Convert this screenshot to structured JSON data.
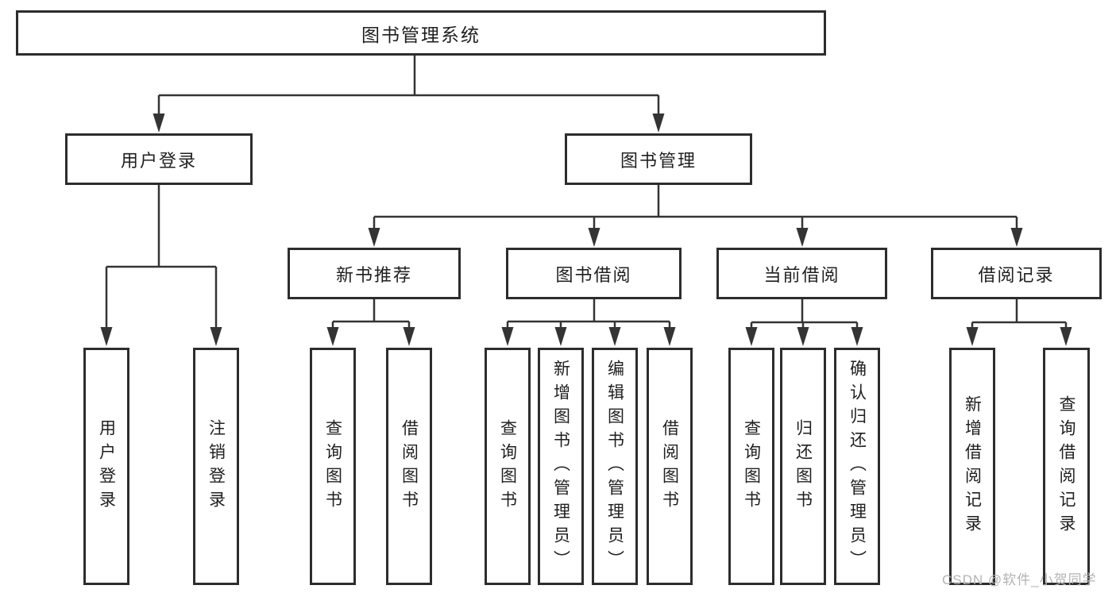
{
  "page": {
    "background": "#ffffff",
    "watermark": "CSDN @软件_小贺同学"
  },
  "diagram": {
    "type": "tree",
    "title": "图书管理系统",
    "line_color": "#343434",
    "box_border_color": "#2d2d2d",
    "text_color": "#1f1f1f",
    "watermark_color": "#b3b3b3",
    "root": {
      "label": "图书管理系统"
    },
    "branches": [
      {
        "label": "用户登录",
        "children": [
          {
            "label": "用户登录"
          },
          {
            "label": "注销登录"
          }
        ]
      },
      {
        "label": "图书管理",
        "children": [
          {
            "label": "新书推荐",
            "children": [
              {
                "label": "查询图书"
              },
              {
                "label": "借阅图书"
              }
            ]
          },
          {
            "label": "图书借阅",
            "children": [
              {
                "label": "查询图书"
              },
              {
                "label": "新增图书（管理员）"
              },
              {
                "label": "编辑图书（管理员）"
              },
              {
                "label": "借阅图书"
              }
            ]
          },
          {
            "label": "当前借阅",
            "children": [
              {
                "label": "查询图书"
              },
              {
                "label": "归还图书"
              },
              {
                "label": "确认归还（管理员）"
              }
            ]
          },
          {
            "label": "借阅记录",
            "children": [
              {
                "label": "新增借阅记录"
              },
              {
                "label": "查询借阅记录"
              }
            ]
          }
        ]
      }
    ]
  }
}
